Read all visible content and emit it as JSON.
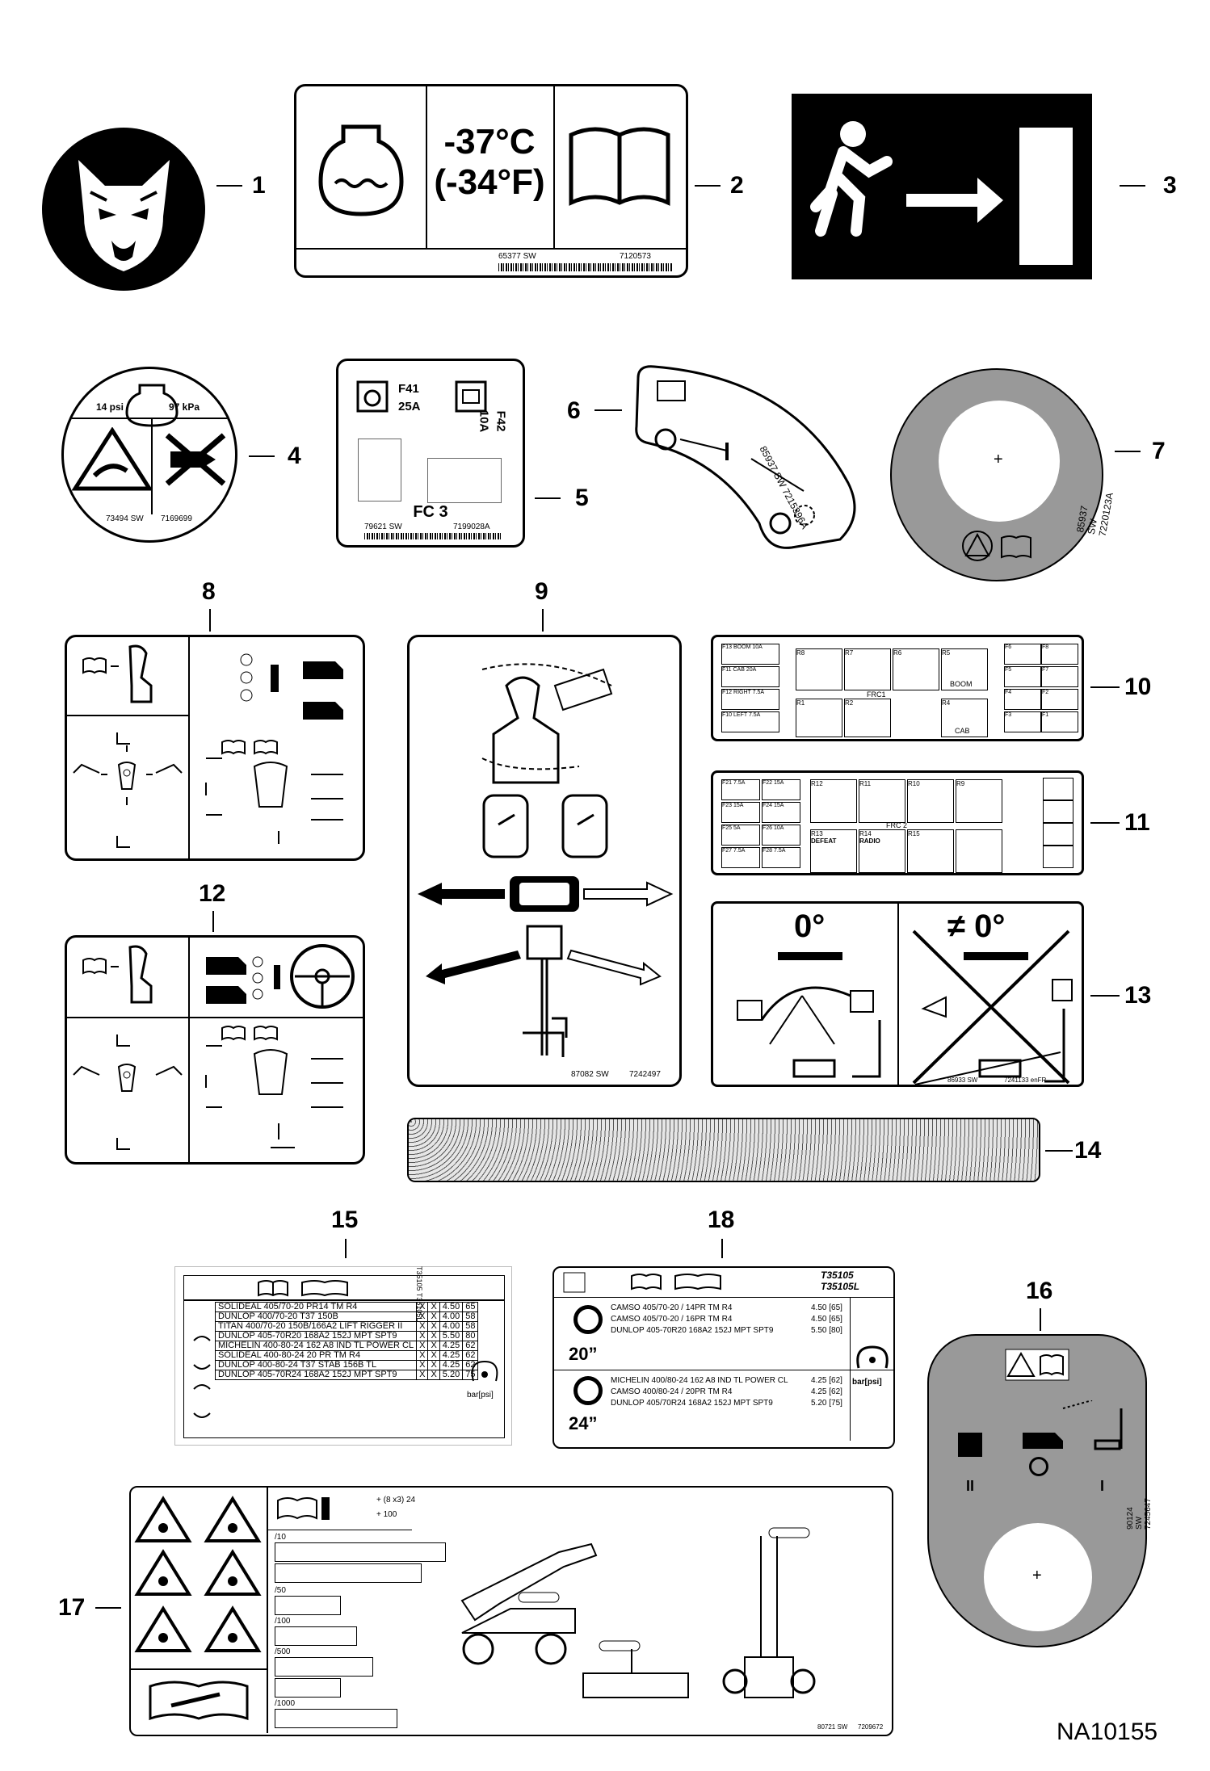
{
  "callouts": [
    "1",
    "2",
    "3",
    "4",
    "5",
    "6",
    "7",
    "8",
    "9",
    "10",
    "11",
    "12",
    "13",
    "14",
    "15",
    "16",
    "17",
    "18"
  ],
  "decal2": {
    "temp_c": "-37°C",
    "temp_f": "(-34°F)",
    "part_a": "65377 SW",
    "part_b": "7120573"
  },
  "decal4": {
    "psi": "14 psi",
    "kpa": "97 kPa",
    "part_a": "73494 SW",
    "part_b": "7169699"
  },
  "decal5": {
    "fuse_a": "F41",
    "amp_a": "25A",
    "fuse_b": "F42",
    "amp_b": "10A",
    "panel": "FC 3",
    "part_a": "79621 SW",
    "part_b": "7199028A"
  },
  "decal6": {
    "part": "85937 SW 7215396A"
  },
  "decal7": {
    "part": "85937 SW 7220123A"
  },
  "decal9": {
    "part_a": "87082 SW",
    "part_b": "7242497"
  },
  "decal10": {
    "frc": "FRC1",
    "cells": [
      "R8",
      "R7",
      "R6",
      "R5",
      "R1",
      "R2",
      "R4"
    ],
    "boom": "BOOM",
    "cab": "CAB",
    "left_fuses": [
      {
        "id": "F13",
        "txt": "BOOM 10A"
      },
      {
        "id": "F11",
        "txt": "CAB 20A"
      },
      {
        "id": "F12",
        "txt": "RIGHT 7.5A"
      },
      {
        "id": "F10",
        "txt": "LEFT 7.5A"
      }
    ],
    "right_fuses": [
      "F6",
      "F8",
      "F5",
      "F7",
      "F4",
      "F2",
      "F3",
      "F1"
    ]
  },
  "decal11": {
    "frc": "FRC 2",
    "cells": [
      "R12",
      "R11",
      "R10",
      "R9",
      "R13",
      "R14",
      "R15"
    ],
    "defeat": "DEFEAT",
    "radio": "RADIO",
    "fuses": [
      {
        "id": "F21",
        "a": "7.5A"
      },
      {
        "id": "F22",
        "a": "15A"
      },
      {
        "id": "F23",
        "a": "15A"
      },
      {
        "id": "F24",
        "a": "15A"
      },
      {
        "id": "F25",
        "a": "5A"
      },
      {
        "id": "F26",
        "a": "10A"
      },
      {
        "id": "F27",
        "a": "7.5A"
      },
      {
        "id": "F28",
        "a": "7.5A"
      }
    ]
  },
  "decal13": {
    "angle_ok": "0°",
    "angle_bad": "≠ 0°",
    "part_a": "86933 SW",
    "part_b": "7241133 enFR"
  },
  "decal15": {
    "models": "T35105 T35105L",
    "rows": [
      {
        "tyre": "SOLIDEAL 405/70-20 PR14 TM R4",
        "bar": "4.50",
        "psi": "65"
      },
      {
        "tyre": "DUNLOP 400/70-20 T37 150B",
        "bar": "4.00",
        "psi": "58"
      },
      {
        "tyre": "TITAN 400/70-20 150B/166A2 LIFT RIGGER II",
        "bar": "4.00",
        "psi": "58"
      },
      {
        "tyre": "DUNLOP 405-70R20 168A2 152J MPT SPT9",
        "bar": "5.50",
        "psi": "80"
      },
      {
        "tyre": "MICHELIN 400-80-24 162 A8 IND TL POWER CL",
        "bar": "4.25",
        "psi": "62"
      },
      {
        "tyre": "SOLIDEAL 400-80-24 20 PR TM R4",
        "bar": "4.25",
        "psi": "62"
      },
      {
        "tyre": "DUNLOP 400-80-24 T37 STAB 156B TL",
        "bar": "4.25",
        "psi": "62"
      },
      {
        "tyre": "DUNLOP 405-70R24 168A2 152J MPT SPT9",
        "bar": "5.20",
        "psi": "75"
      }
    ],
    "unit": "bar[psi]"
  },
  "decal16": {
    "pos_2": "II",
    "pos_1": "I",
    "part": "90124 SW 7245647"
  },
  "decal17": {
    "interval_10": "/10",
    "interval_50": "/50",
    "interval_100": "/100",
    "interval_500": "/500",
    "interval_1000": "/1000",
    "note_a": "+ (8 x3) 24",
    "note_b": "+ 100",
    "part_a": "80721 SW",
    "part_b": "7209672"
  },
  "decal18": {
    "models": "T35105 T35105L",
    "size_20": "20”",
    "size_24": "24”",
    "rows20": [
      {
        "tyre": "CAMSO 405/70-20 / 14PR TM R4",
        "val": "4.50 [65]"
      },
      {
        "tyre": "CAMSO 405/70-20 / 16PR TM R4",
        "val": "4.50 [65]"
      },
      {
        "tyre": "DUNLOP 405-70R20 168A2 152J MPT SPT9",
        "val": "5.50 [80]"
      }
    ],
    "rows24": [
      {
        "tyre": "MICHELIN 400/80-24 162 A8 IND TL POWER CL",
        "val": "4.25 [62]"
      },
      {
        "tyre": "CAMSO 400/80-24 / 20PR TM R4",
        "val": "4.25 [62]"
      },
      {
        "tyre": "DUNLOP 405/70R24 168A2 152J MPT SPT9",
        "val": "5.20 [75]"
      }
    ],
    "unit": "bar[psi]"
  },
  "figure_id": "NA10155"
}
